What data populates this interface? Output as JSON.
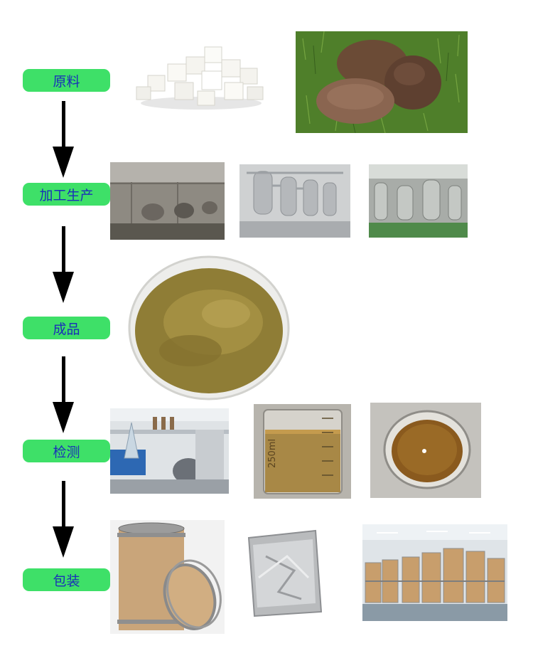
{
  "steps": [
    {
      "label": "原料"
    },
    {
      "label": "加工生产"
    },
    {
      "label": "成品"
    },
    {
      "label": "检测"
    },
    {
      "label": "包装"
    }
  ],
  "photos": {
    "raw_cubes": {
      "subject": "white cubes"
    },
    "raw_fungus": {
      "subject": "brown fungus on grass"
    },
    "factory_1": {
      "subject": "factory tanks"
    },
    "factory_2": {
      "subject": "stainless steel tanks"
    },
    "factory_3": {
      "subject": "extraction equipment"
    },
    "powder": {
      "subject": "brown powder in dish"
    },
    "lab": {
      "subject": "laboratory equipment"
    },
    "beaker": {
      "subject": "beaker with liquid",
      "text": "250ml"
    },
    "dish_liquid": {
      "subject": "liquid in glass dish"
    },
    "drum": {
      "subject": "fiber drum"
    },
    "foil_bag": {
      "subject": "foil bag"
    },
    "warehouse": {
      "subject": "warehouse drums"
    }
  },
  "colors": {
    "step_bg": "#3ee068",
    "step_text": "#1a2fb8",
    "arrow": "#000000"
  }
}
